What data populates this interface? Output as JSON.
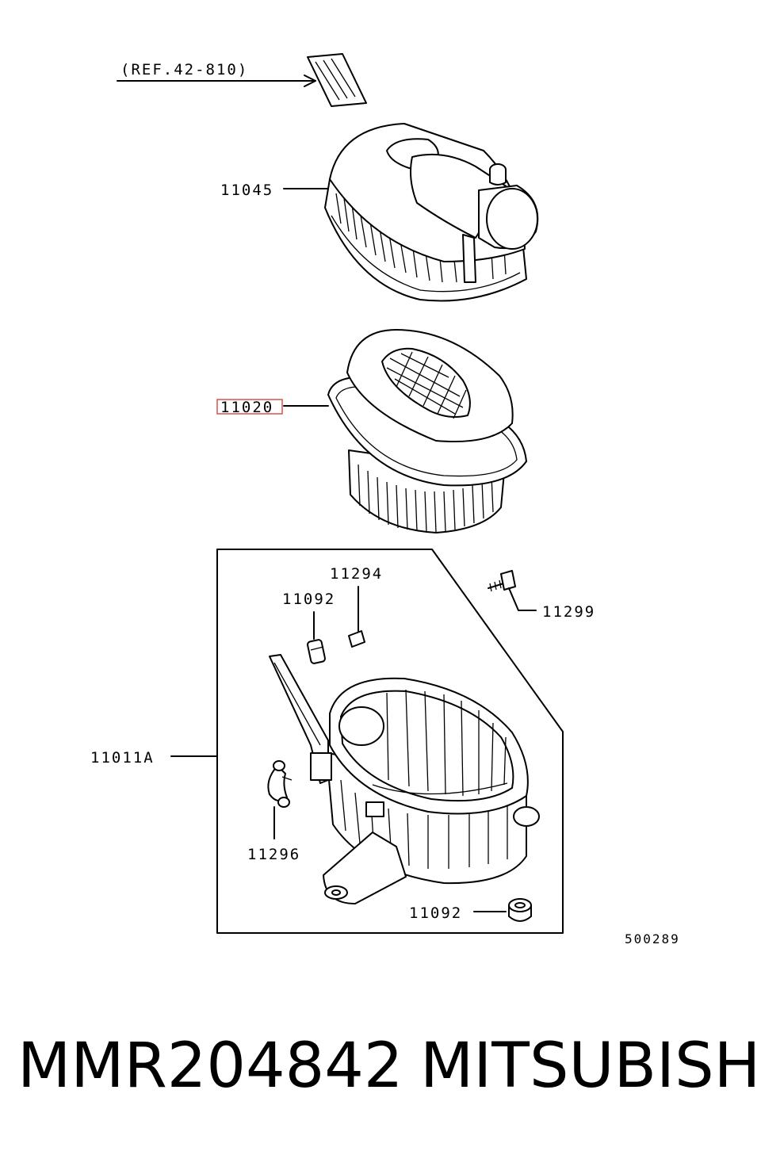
{
  "diagram": {
    "ref_label": "(REF.42-810)",
    "callouts": {
      "air_cleaner_cover": "11045",
      "air_filter_element": "11020",
      "bolt": "11299",
      "grommet_top": "11294",
      "clip_top": "11092",
      "case_assembly": "11011A",
      "clamp": "11296",
      "grommet_bottom": "11092"
    },
    "diagram_number": "500289",
    "highlight_color": "#d9534f"
  },
  "footer": {
    "part_number": "MMR204842",
    "brand": "MITSUBISHI"
  }
}
